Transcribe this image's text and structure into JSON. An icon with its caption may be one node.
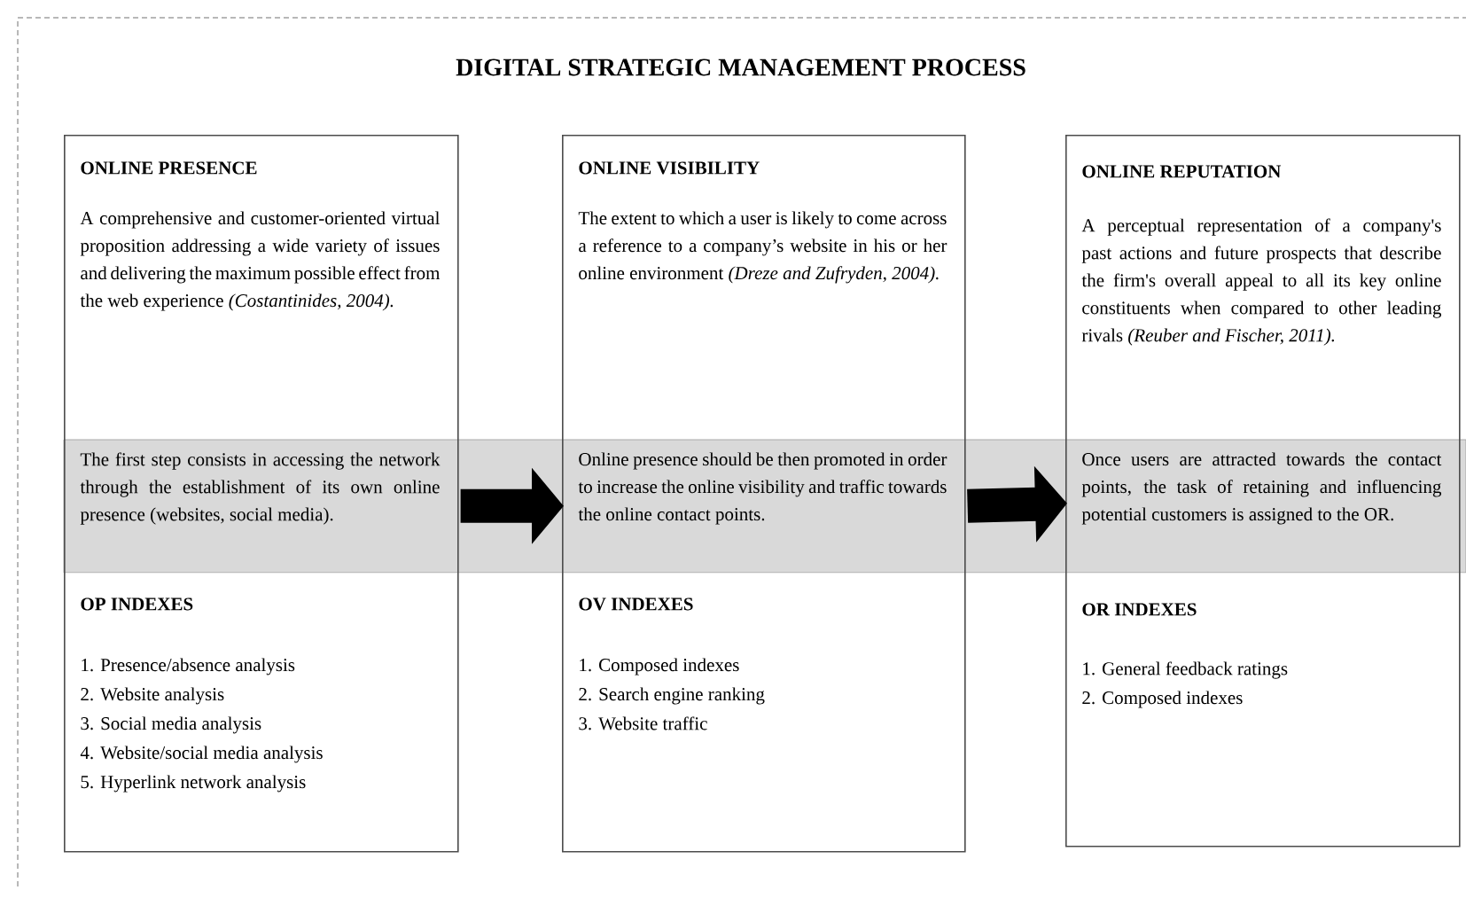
{
  "diagram": {
    "title": "DIGITAL STRATEGIC MANAGEMENT PROCESS",
    "nodes": [
      {
        "text": [
          "ONLINE PRESENCE",
          "A comprehensive and customer-oriented virtual proposition addressing a wide variety of issues and delivering the maximum possible effect from the web experience *(Costantinides, 2004).*",
          "The first step consists in accessing the network through the establishment of its own online presence (websites, social media).",
          "OP INDEXES",
          "1. Presence/absence analysis",
          "2. Website analysis",
          "3. Social media analysis",
          "4. Website/social media analysis",
          "5. Hyperlink network analysis"
        ]
      },
      {
        "text": [
          "ONLINE VISIBILITY",
          "The extent to which a user is likely to come across a reference to a company’s website in his or her online environment *(Dreze and Zufryden, 2004).*",
          "Online presence should be then promoted in order to increase the online visibility and traffic towards the online contact points.",
          "OV INDEXES",
          "1. Composed indexes",
          "2. Search engine ranking",
          "3. Website traffic"
        ]
      },
      {
        "text": [
          "ONLINE REPUTATION",
          "A perceptual representation of a company's past actions and future prospects that describe the firm's overall appeal to all its key online constituents when compared to other leading rivals *(Reuber and Fischer, 2011).*",
          "Once users are attracted towards the contact points, the task of retaining and influencing potential customers is assigned to the OR.",
          "OR INDEXES",
          "1. General feedback ratings",
          "2. Composed indexes"
        ]
      }
    ],
    "edges": [
      {
        "from": 0,
        "to": 1,
        "arrow": "to"
      },
      {
        "from": 1,
        "to": 2,
        "arrow": "to"
      }
    ]
  }
}
